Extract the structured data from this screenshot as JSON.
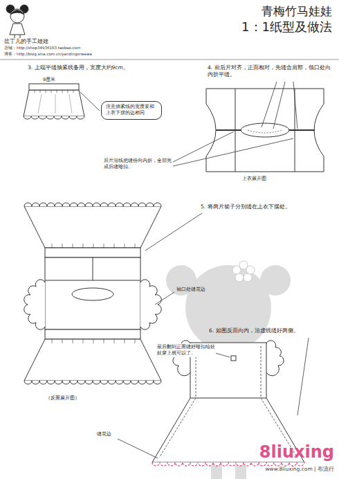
{
  "diagram": {
    "title": "青梅竹马娃娃",
    "nodes": [
      {
        "text": [
          "注意抽紧线的宽度要和上衣下摆的边相同"
        ]
      }
    ],
    "labels": [
      "盐丁儿的手工娃娃",
      "店铺：http://shop34936183.taobao.com",
      "博客：http://blog.sina.com.cn/yandingerwawa",
      "1：1纸型及做法",
      "3. 上端平缝抽紧线备用，宽度大约9cm。",
      "9厘米",
      "4. 前后片对齐，正面相对，先缝合肩部，领口处向内折平缝。",
      "后片沿线把缝份向内折，全部完成后缝暗扣。",
      "上衣展开图",
      "5. 将两片裙子分别缝在上衣下摆处。",
      "袖口处缝花边",
      "（反面展开图）",
      "6. 如图反面向内，沿虚线缝好两侧。",
      "最后翻到正面缝好暗扣给娃娃穿上就可以了。",
      "缝花边",
      "8liuxing",
      "www.8liuxing.com | 布流行"
    ]
  }
}
